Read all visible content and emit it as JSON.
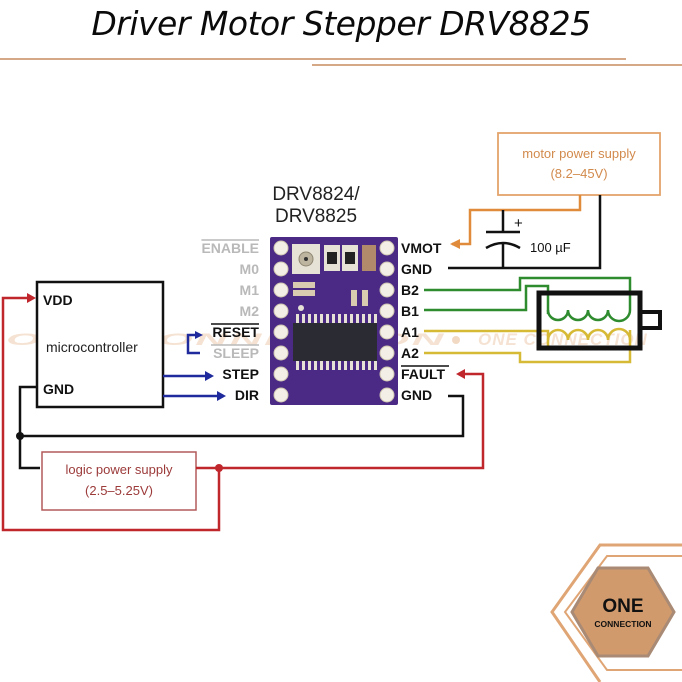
{
  "header": {
    "title": "Driver Motor Stepper DRV8825"
  },
  "diagram": {
    "chip_title_line1": "DRV8824/",
    "chip_title_line2": "DRV8825",
    "left_pins": [
      {
        "label": "ENABLE",
        "overline": true,
        "connected": false
      },
      {
        "label": "M0",
        "overline": false,
        "connected": false
      },
      {
        "label": "M1",
        "overline": false,
        "connected": false
      },
      {
        "label": "M2",
        "overline": false,
        "connected": false
      },
      {
        "label": "RESET",
        "overline": true,
        "connected": true
      },
      {
        "label": "SLEEP",
        "overline": true,
        "connected": false
      },
      {
        "label": "STEP",
        "overline": false,
        "connected": true
      },
      {
        "label": "DIR",
        "overline": false,
        "connected": true
      }
    ],
    "right_pins": [
      {
        "label": "VMOT",
        "overline": false
      },
      {
        "label": "GND",
        "overline": false
      },
      {
        "label": "B2",
        "overline": false
      },
      {
        "label": "B1",
        "overline": false
      },
      {
        "label": "A1",
        "overline": false
      },
      {
        "label": "A2",
        "overline": false
      },
      {
        "label": "FAULT",
        "overline": true
      },
      {
        "label": "GND",
        "overline": false
      }
    ],
    "microcontroller": {
      "label": "microcontroller",
      "vdd": "VDD",
      "gnd": "GND"
    },
    "motor_supply": {
      "line1": "motor power supply",
      "line2": "(8.2–45V)"
    },
    "logic_supply": {
      "line1": "logic power supply",
      "line2": "(2.5–5.25V)"
    },
    "capacitor": {
      "value": "100 µF",
      "polarity": "+"
    },
    "watermark": "ONE CONNECTION",
    "colors": {
      "motor_supply": "#e08a3c",
      "logic_supply": "#c0272d",
      "control": "#1f2a9c",
      "coil_b": "#2e8b2e",
      "coil_a": "#d6b935",
      "ground": "#111111",
      "board": "#4b2a86",
      "accent": "#d5a987"
    }
  },
  "brand": {
    "line1": "ONE",
    "line2": "CONNECTION"
  }
}
